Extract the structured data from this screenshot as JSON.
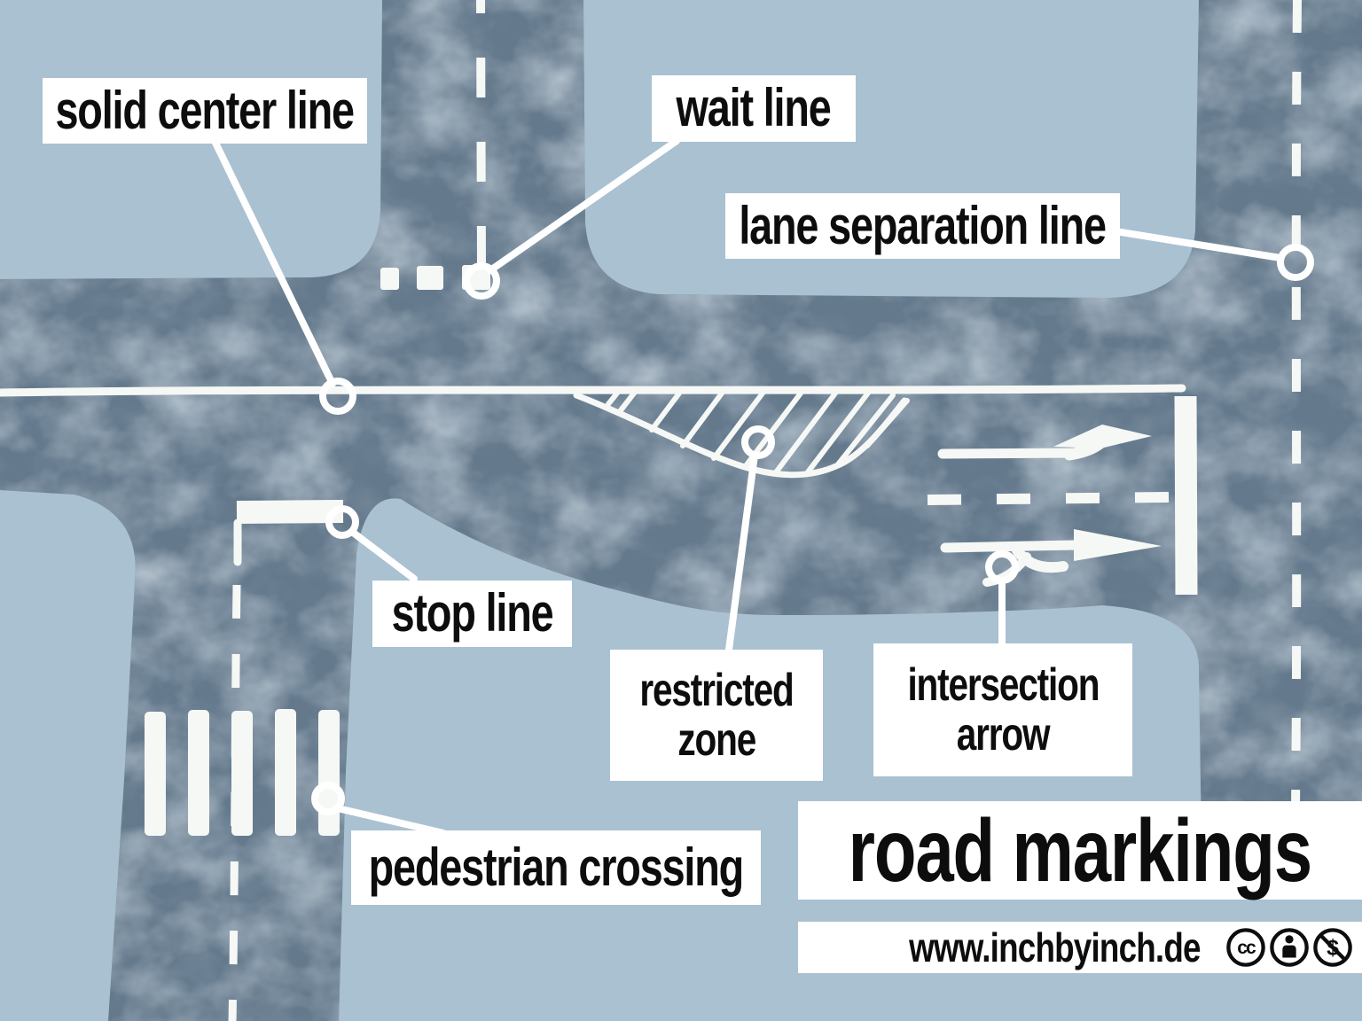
{
  "title": "road markings",
  "labels": {
    "solid_center_line": "solid center line",
    "wait_line": "wait line",
    "lane_separation_line": "lane separation line",
    "stop_line": "stop line",
    "restricted_zone_line1": "restricted",
    "restricted_zone_line2": "zone",
    "intersection_arrow_line1": "intersection",
    "intersection_arrow_line2": "arrow",
    "pedestrian_crossing": "pedestrian crossing"
  },
  "footer": {
    "website": "www.inchbyinch.de",
    "license_icons": [
      "creative-commons-icon",
      "attribution-person-icon",
      "non-commercial-dollar-icon"
    ],
    "cc_glyph": "cc",
    "nc_glyph": "$"
  },
  "colors": {
    "background": "#a9c1d1",
    "road": "#64798c",
    "road_mottle_light": "#93a7b8",
    "road_mottle_dark": "#4e6173",
    "marking_white": "#f6f8f6",
    "label_background": "#ffffff",
    "label_text": "#0d0d0d"
  }
}
